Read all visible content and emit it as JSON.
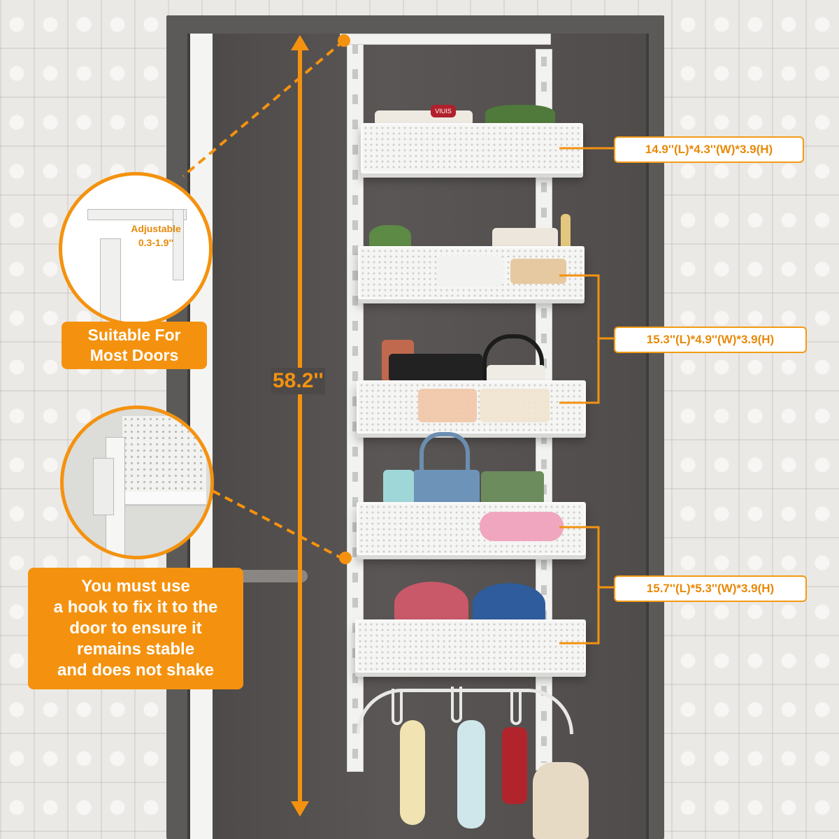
{
  "annotations": {
    "shelf1_dimensions": "14.9''(L)*4.3''(W)*3.9(H)",
    "shelf2_dimensions": "15.3''(L)*4.9''(W)*3.9(H)",
    "shelf3_dimensions": "15.7''(L)*5.3''(W)*3.9(H)",
    "height": "58.2''",
    "adjustable_line1": "Adjustable",
    "adjustable_line2": "0.3-1.9''",
    "suitable_line1": "Suitable For",
    "suitable_line2": "Most Doors",
    "warning_lines": [
      "You must use",
      "a hook to fix it to the",
      "door to ensure it",
      "remains stable",
      "and does not shake"
    ],
    "book_spine": "VIUIS"
  },
  "colors": {
    "accent": "#f4920f",
    "door": "#545150",
    "wall": "#ebe9e5",
    "rack": "#f5f5f3"
  }
}
